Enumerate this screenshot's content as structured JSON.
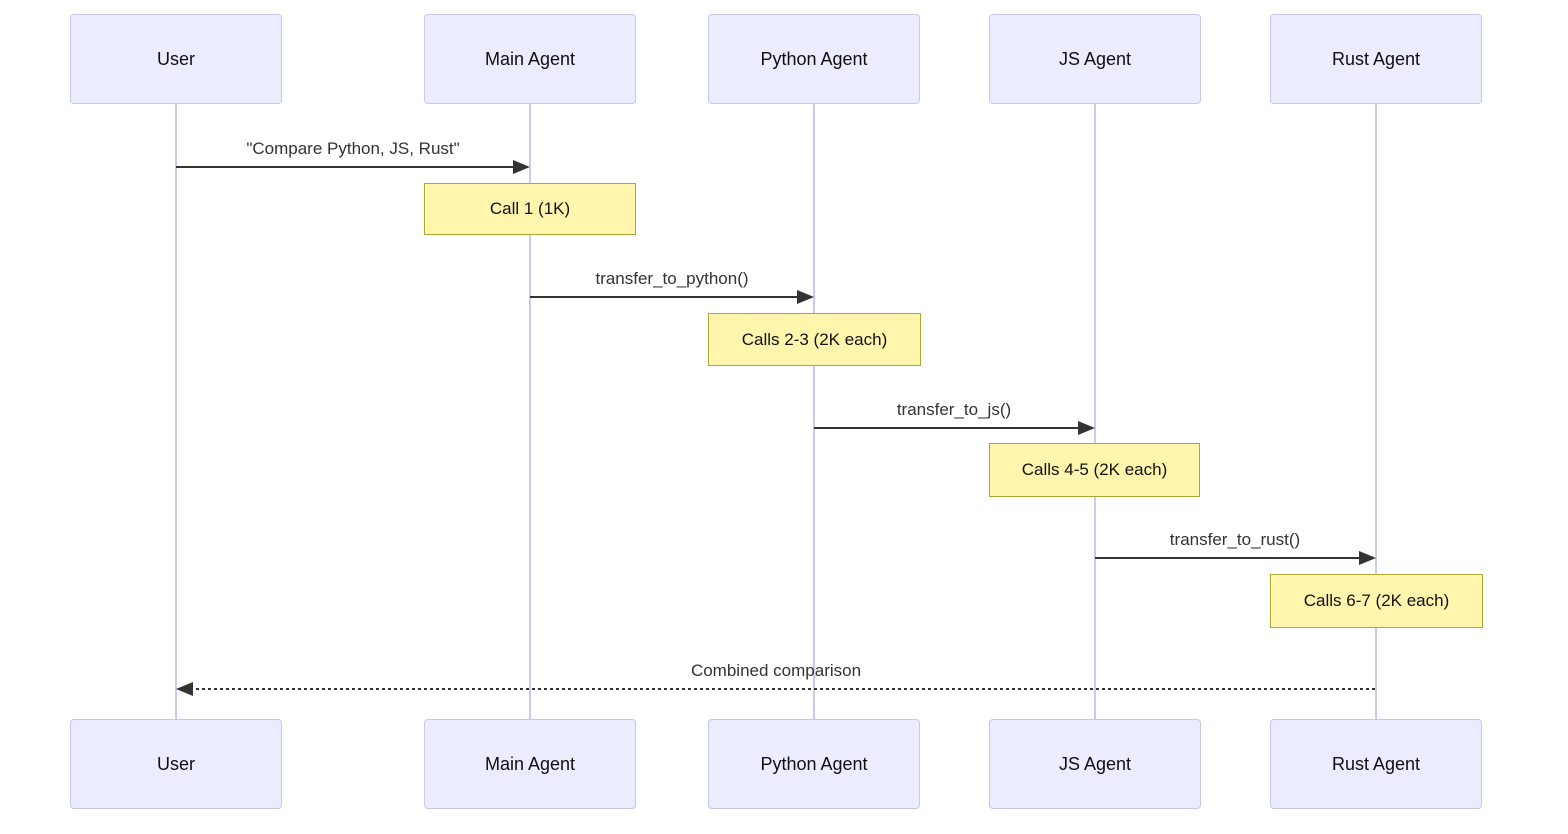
{
  "diagram": {
    "type": "sequence-diagram",
    "colors": {
      "background": "#ffffff",
      "actor_fill": "#ECECFF",
      "actor_border": "#CBC5EA",
      "lifeline": "#CFC9EC",
      "note_fill": "#FFF5AD",
      "note_border": "#AAAA33",
      "message_line": "#333333",
      "text": "#111111"
    },
    "actors": [
      {
        "name": "User"
      },
      {
        "name": "Main Agent"
      },
      {
        "name": "Python Agent"
      },
      {
        "name": "JS Agent"
      },
      {
        "name": "Rust Agent"
      }
    ],
    "messages": [
      {
        "from": "User",
        "to": "Main Agent",
        "label": "\"Compare Python, JS, Rust\"",
        "style": "solid",
        "direction": "right"
      },
      {
        "from": "Main Agent",
        "to": "Python Agent",
        "label": "transfer_to_python()",
        "style": "solid",
        "direction": "right"
      },
      {
        "from": "Python Agent",
        "to": "JS Agent",
        "label": "transfer_to_js()",
        "style": "solid",
        "direction": "right"
      },
      {
        "from": "JS Agent",
        "to": "Rust Agent",
        "label": "transfer_to_rust()",
        "style": "solid",
        "direction": "right"
      },
      {
        "from": "Rust Agent",
        "to": "User",
        "label": "Combined comparison",
        "style": "dashed",
        "direction": "left"
      }
    ],
    "notes": [
      {
        "over": "Main Agent",
        "label": "Call 1 (1K)"
      },
      {
        "over": "Python Agent",
        "label": "Calls 2-3 (2K each)"
      },
      {
        "over": "JS Agent",
        "label": "Calls 4-5 (2K each)"
      },
      {
        "over": "Rust Agent",
        "label": "Calls 6-7 (2K each)"
      }
    ]
  }
}
